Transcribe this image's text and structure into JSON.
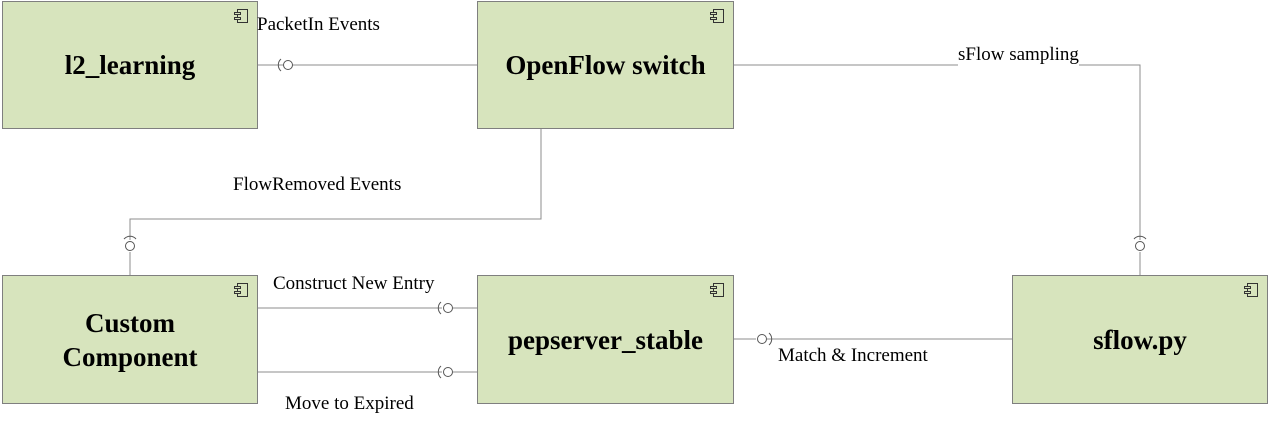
{
  "components": {
    "l2_learning": "l2_learning",
    "openflow_switch": "OpenFlow switch",
    "custom_component_line1": "Custom",
    "custom_component_line2": "Component",
    "pepserver_stable": "pepserver_stable",
    "sflow_py": "sflow.py"
  },
  "connectors": {
    "packetin_events": "PacketIn Events",
    "sflow_sampling": "sFlow sampling",
    "flowremoved_events": "FlowRemoved Events",
    "construct_new_entry": "Construct New Entry",
    "move_to_expired": "Move to Expired",
    "match_increment": "Match & Increment"
  },
  "colors": {
    "component_fill": "#d7e4bd",
    "component_border": "#7f7f7f",
    "line": "#8c8c8c"
  },
  "icons": {
    "component": "uml-component-icon",
    "socket": "required-interface-socket-icon"
  }
}
